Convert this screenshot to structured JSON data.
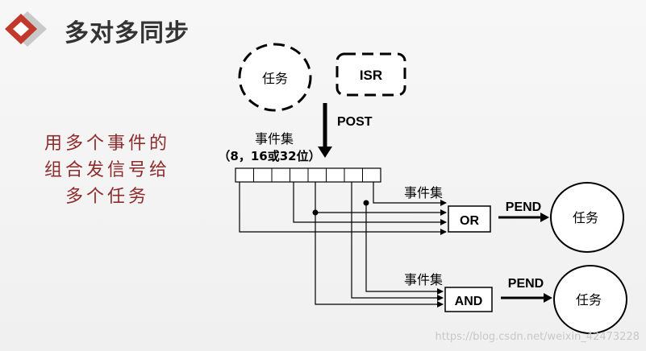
{
  "title": "多对多同步",
  "side_note_lines": [
    "用多个事件的",
    "组合发信号给",
    "多个任务"
  ],
  "diagram": {
    "task_top": "任务",
    "isr": "ISR",
    "post": "POST",
    "event_set_label": "事件集",
    "event_set_width": "（8，16或32位）",
    "event_set_label_or": "事件集",
    "event_set_label_and": "事件集",
    "or_gate": "OR",
    "and_gate": "AND",
    "pend_or": "PEND",
    "pend_and": "PEND",
    "task_or": "任务",
    "task_and": "任务"
  },
  "watermark": "https://blog.csdn.net/weixin_42473228",
  "colors": {
    "accent_red": "#c0392b",
    "note_red": "#8e2b2b",
    "line": "#000000"
  }
}
